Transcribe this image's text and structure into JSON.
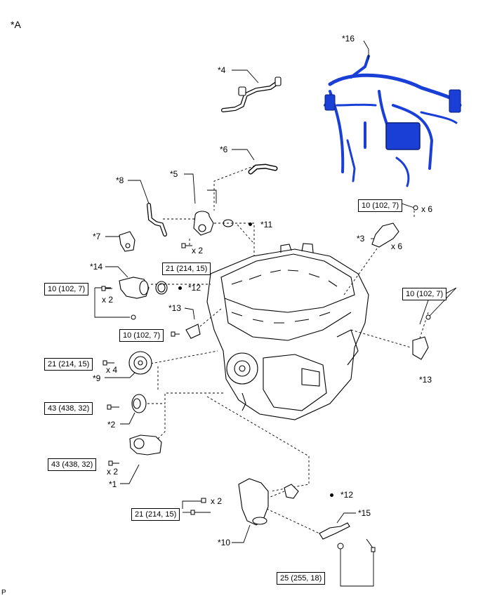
{
  "view_label": "*A",
  "footer_label": "P",
  "callouts": {
    "c1": "*1",
    "c2": "*2",
    "c3": "*3",
    "c4": "*4",
    "c5": "*5",
    "c6": "*6",
    "c7": "*7",
    "c8": "*8",
    "c9": "*9",
    "c10": "*10",
    "c11": "*11",
    "c12a": "*12",
    "c12b": "*12",
    "c13a": "*13",
    "c13b": "*13",
    "c14": "*14",
    "c15": "*15",
    "c16": "*16"
  },
  "torques": {
    "t_ignition": "10 (102, 7)",
    "t_bracket_right": "10 (102, 7)",
    "t_inlet": "10 (102, 7)",
    "t_protector": "10 (102, 7)",
    "t_outlet": "21 (214, 15)",
    "t_pulley": "21 (214, 15)",
    "t_idler": "43 (438, 32)",
    "t_tensioner": "43 (438, 32)",
    "t_oilcooler": "21 (214, 15)",
    "t_bottom": "25 (255, 18)"
  },
  "quantities": {
    "q_outlet": "x 2",
    "q_coil": "x 6",
    "q_coilbolt": "x 6",
    "q_inlet": "x 2",
    "q_pulley": "x 4",
    "q_tensioner": "x 2",
    "q_oilcooler": "x 2"
  },
  "colors": {
    "harness": "#1a3fd6",
    "line": "#000000"
  }
}
